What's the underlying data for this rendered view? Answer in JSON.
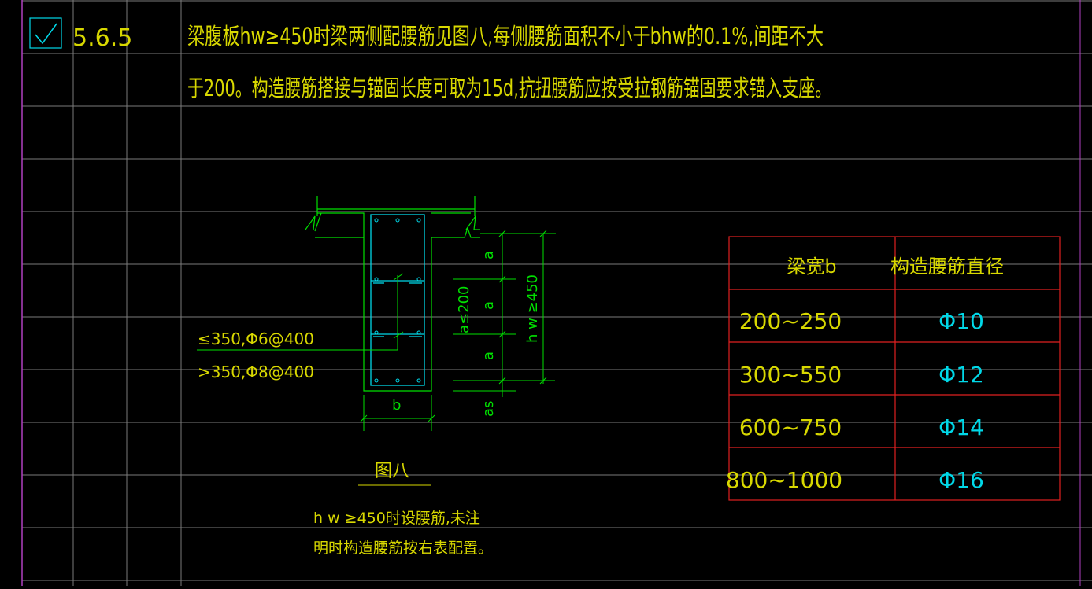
{
  "clause": {
    "checkbox_checked": true,
    "number": "5.6.5",
    "line1": "梁腹板hw≥450时梁两侧配腰筋见图八,每侧腰筋面积不小于bhw的0.1%,间距不大",
    "line2": "于200。构造腰筋搭接与锚固长度可取为15d,抗扭腰筋应按受拉钢筋锚固要求锚入支座。"
  },
  "figure": {
    "tie_label_1": "≤350,Φ6@400",
    "tie_label_2": ">350,Φ8@400",
    "dim_a1": "a",
    "dim_a2": "a",
    "dim_a3": "a",
    "dim_as_top": "a≤200",
    "dim_as_bottom": "as",
    "dim_hw": "h w ≥450",
    "dim_b": "b",
    "caption": "图八",
    "note_line1": "h w ≥450时设腰筋,未注",
    "note_line2": "明时构造腰筋按右表配置。"
  },
  "table": {
    "headers": [
      "梁宽b",
      "构造腰筋直径"
    ],
    "rows": [
      [
        "200~250",
        "Φ10"
      ],
      [
        "300~550",
        "Φ12"
      ],
      [
        "600~750",
        "Φ14"
      ],
      [
        "800~1000",
        "Φ16"
      ]
    ]
  },
  "colors": {
    "background": "#000000",
    "text_yellow": "#d8d800",
    "grid_gray": "#7a7a7a",
    "magenta": "#b040c0",
    "green": "#00e000",
    "cyan": "#00d8e8",
    "red": "#e02020"
  }
}
